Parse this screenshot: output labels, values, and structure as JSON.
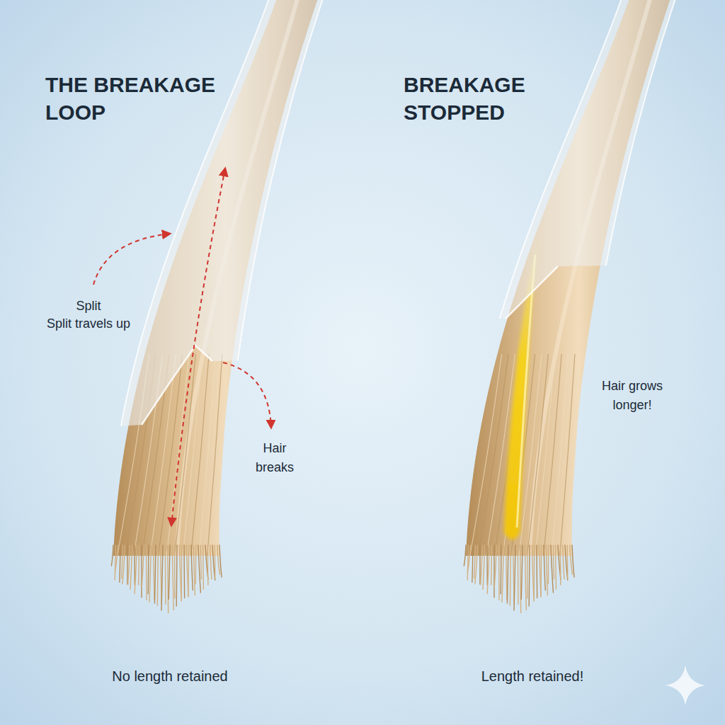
{
  "diagram": {
    "labels": [
      "THE BREAKAGE LOOP",
      "BREAKAGE STOPPED",
      "Split",
      "Split travels up",
      "Hair breaks",
      "Hair grows longer!",
      "No length retained",
      "Length retained!"
    ]
  }
}
